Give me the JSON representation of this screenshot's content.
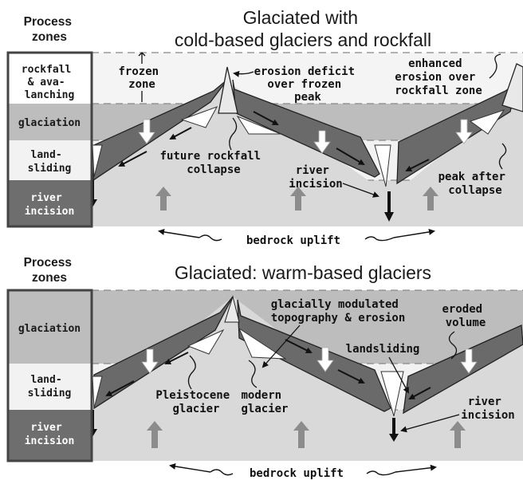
{
  "panel_top": {
    "process_zones_label": [
      "Process",
      "zones"
    ],
    "title": [
      "Glaciated with",
      "cold-based glaciers and rockfall"
    ],
    "zones": {
      "rockfall": [
        "rockfall",
        "& ava-",
        "lanching"
      ],
      "glaciation": "glaciation",
      "landsliding": [
        "land-",
        "sliding"
      ],
      "river_incision": [
        "river",
        "incision"
      ]
    },
    "annotations": {
      "frozen_zone": [
        "frozen",
        "zone"
      ],
      "erosion_deficit": [
        "erosion deficit",
        "over frozen",
        "peak"
      ],
      "enhanced_erosion": [
        "enhanced",
        "erosion over",
        "rockfall zone"
      ],
      "future_rockfall": [
        "future rockfall",
        "collapse"
      ],
      "river_incision": [
        "river",
        "incision"
      ],
      "peak_after": [
        "peak after",
        "collapse"
      ],
      "bedrock_uplift": "bedrock uplift"
    }
  },
  "panel_bottom": {
    "process_zones_label": [
      "Process",
      "zones"
    ],
    "title": "Glaciated: warm-based glaciers",
    "zones": {
      "glaciation": "glaciation",
      "landsliding": [
        "land-",
        "sliding"
      ],
      "river_incision": [
        "river",
        "incision"
      ]
    },
    "annotations": {
      "glacially_modulated": [
        "glacially modulated",
        "topography & erosion"
      ],
      "eroded_volume": [
        "eroded",
        "volume"
      ],
      "landsliding": "landsliding",
      "pleistocene": [
        "Pleistocene",
        "glacier"
      ],
      "modern": [
        "modern",
        "glacier"
      ],
      "river_incision": [
        "river",
        "incision"
      ],
      "bedrock_uplift": "bedrock uplift"
    }
  },
  "colors": {
    "bedrock": "#d9d9d9",
    "glaciation_band": "#bdbdbd",
    "rockfall_band": "#f4f4f4",
    "landslide_band": "#f2f2f2",
    "river_band": "#6e6e6e",
    "glacier": "#6a6a6a",
    "uplift_arrow": "#8c8c8c"
  }
}
